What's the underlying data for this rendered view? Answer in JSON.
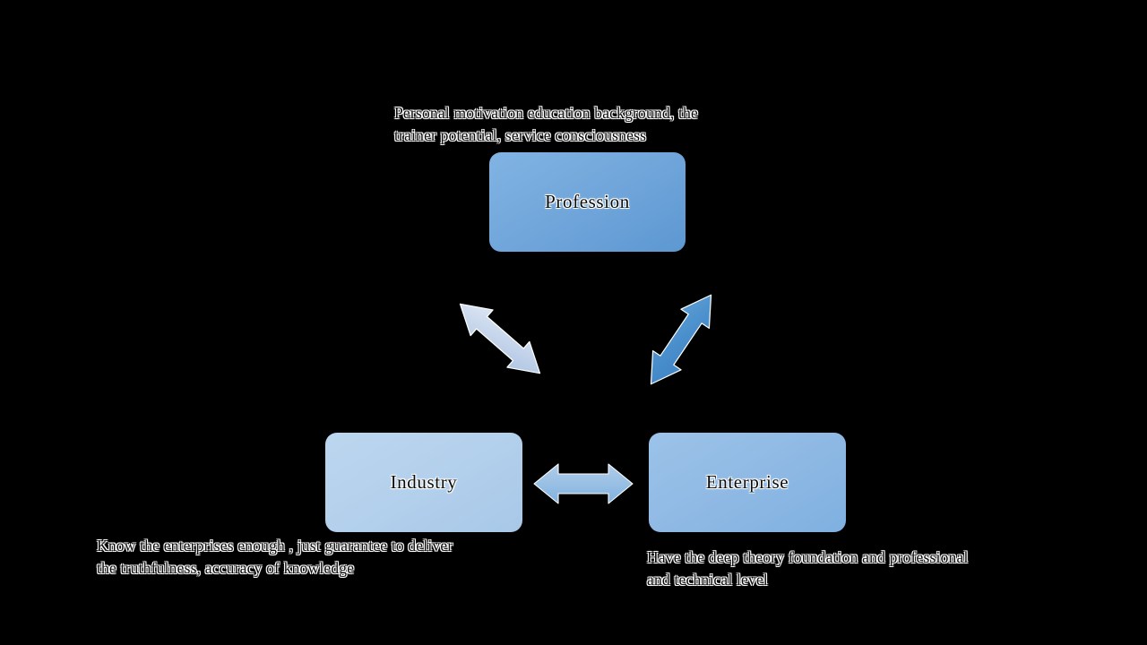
{
  "diagram": {
    "title": "Profession - Industry - Enterprise relationship",
    "background_color": "#000000",
    "nodes": [
      {
        "id": "profession",
        "label": "Profession",
        "fill_color": "#72a7db",
        "position": "top-center"
      },
      {
        "id": "industry",
        "label": "Industry",
        "fill_color": "#b3d0ec",
        "position": "bottom-left"
      },
      {
        "id": "enterprise",
        "label": "Enterprise",
        "fill_color": "#8fb9e4",
        "position": "bottom-right"
      }
    ],
    "connectors": [
      {
        "id": "profession-industry",
        "icon": "double-headed-arrow-diagonal-icon",
        "direction": "bidirectional",
        "orientation": "diagonal-up-right",
        "color": "#c5d4ea",
        "from": "Industry",
        "to": "Profession"
      },
      {
        "id": "profession-enterprise",
        "icon": "double-headed-arrow-diagonal-icon",
        "direction": "bidirectional",
        "orientation": "diagonal-down-right",
        "color": "#4a8fcc",
        "from": "Profession",
        "to": "Enterprise"
      },
      {
        "id": "industry-enterprise",
        "icon": "double-headed-arrow-horizontal-icon",
        "direction": "bidirectional",
        "orientation": "horizontal",
        "color": "#9fc3e6",
        "from": "Industry",
        "to": "Enterprise"
      }
    ],
    "captions": {
      "profession": {
        "target": "Profession",
        "line1": "Personal motivation education background, the",
        "line2": "trainer potential, service consciousness"
      },
      "industry": {
        "target": "Industry",
        "line1": "Know the enterprises enough , just guarantee to deliver",
        "line2": "the truthfulness, accuracy of knowledge"
      },
      "enterprise": {
        "target": "Enterprise",
        "line1": "Have the deep theory foundation and professional",
        "line2": "and technical level"
      }
    }
  }
}
